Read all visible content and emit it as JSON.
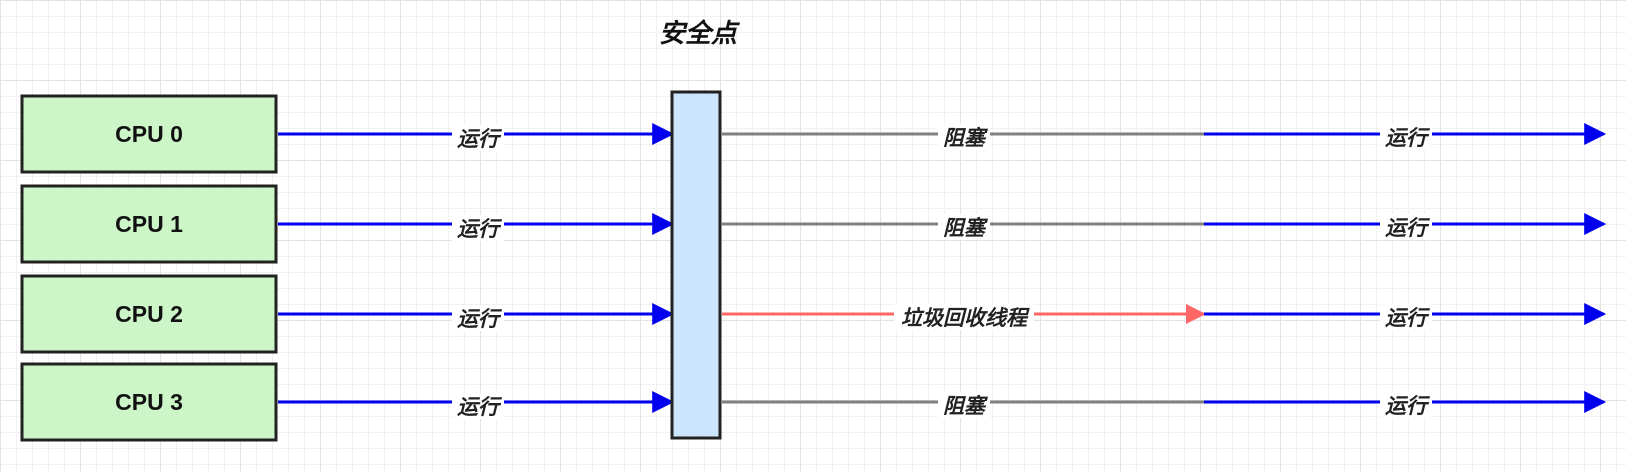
{
  "title": "安全点",
  "colors": {
    "cpu_fill": "#ccf5c8",
    "cpu_stroke": "#222222",
    "safepoint_fill": "#cce5ff",
    "run": "#0000ee",
    "block": "#808080",
    "gc": "#ff6666"
  },
  "rows": [
    {
      "cpu": "CPU 0",
      "before": "运行",
      "middle": "阻塞",
      "middle_kind": "block",
      "after": "运行"
    },
    {
      "cpu": "CPU 1",
      "before": "运行",
      "middle": "阻塞",
      "middle_kind": "block",
      "after": "运行"
    },
    {
      "cpu": "CPU 2",
      "before": "运行",
      "middle": "垃圾回收线程",
      "middle_kind": "gc",
      "after": "运行"
    },
    {
      "cpu": "CPU 3",
      "before": "运行",
      "middle": "阻塞",
      "middle_kind": "block",
      "after": "运行"
    }
  ]
}
